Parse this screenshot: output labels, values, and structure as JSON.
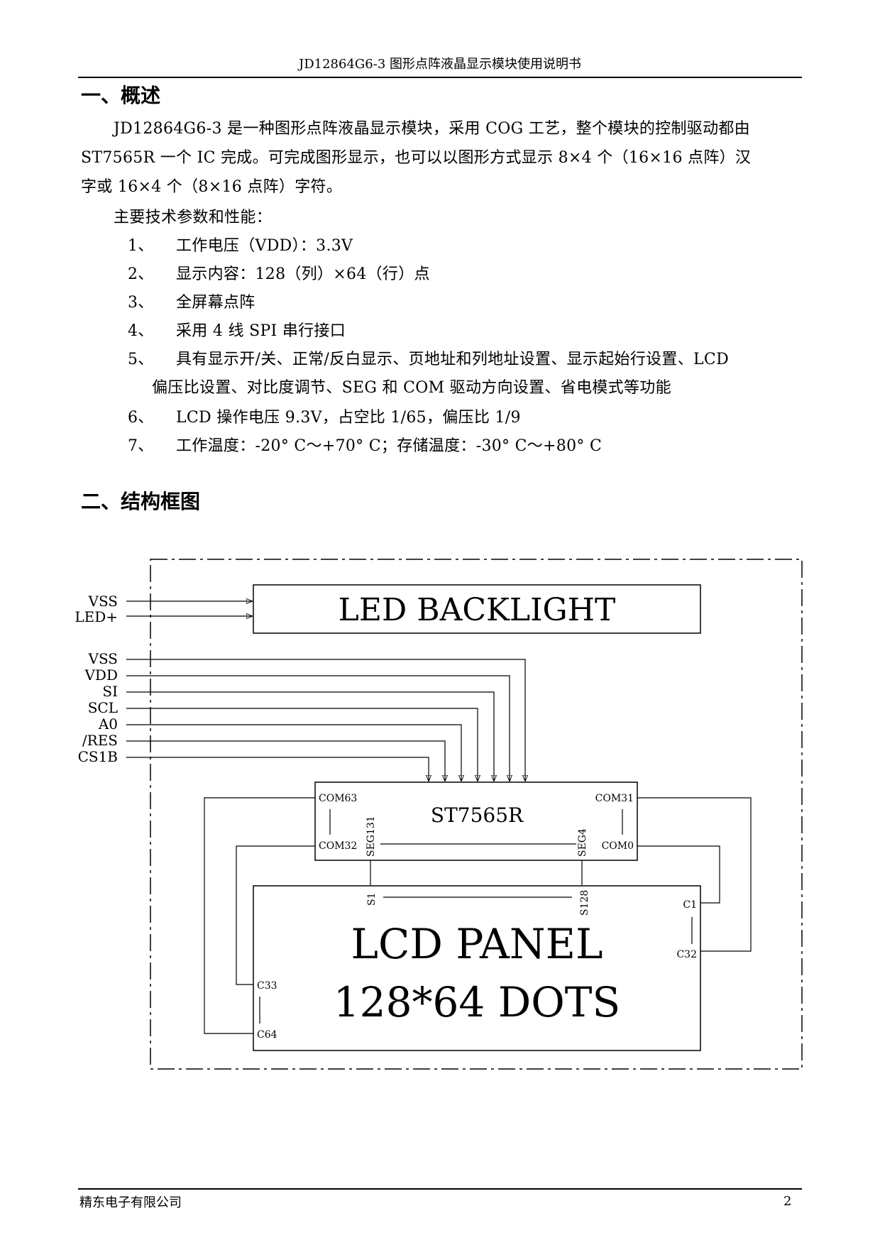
{
  "header": {
    "title": "JD12864G6-3 图形点阵液晶显示模块使用说明书"
  },
  "section1": {
    "title": "一、概述",
    "intro_lines": [
      "JD12864G6-3 是一种图形点阵液晶显示模块，采用 COG 工艺，整个模块的控制驱动都由",
      "ST7565R 一个 IC 完成。可完成图形显示，也可以以图形方式显示 8×4 个（16×16 点阵）汉",
      "字或 16×4 个（8×16 点阵）字符。"
    ],
    "params_title": "主要技术参数和性能：",
    "items": [
      {
        "num": "1、",
        "text": "工作电压（VDD）：3.3V"
      },
      {
        "num": "2、",
        "text": "显示内容：128（列）×64（行）点"
      },
      {
        "num": "3、",
        "text": "全屏幕点阵"
      },
      {
        "num": "4、",
        "text": "采用 4 线 SPI 串行接口"
      },
      {
        "num": "5、",
        "text": "具有显示开/关、正常/反白显示、页地址和列地址设置、显示起始行设置、LCD",
        "cont": "偏压比设置、对比度调节、SEG 和 COM 驱动方向设置、省电模式等功能"
      },
      {
        "num": "6、",
        "text": "LCD 操作电压 9.3V，占空比 1/65，偏压比 1/9"
      },
      {
        "num": "7、",
        "text": "工作温度：-20° C～+70° C；存储温度：-30° C～+80° C"
      }
    ]
  },
  "section2": {
    "title": "二、结构框图"
  },
  "diagram": {
    "backlight_pins": [
      "VSS",
      "LED+"
    ],
    "backlight_label": "LED BACKLIGHT",
    "signal_pins": [
      "VSS",
      "VDD",
      "SI",
      "SCL",
      "A0",
      "/RES",
      "CS1B"
    ],
    "controller": {
      "name": "ST7565R",
      "com63": "COM63",
      "com32": "COM32",
      "com31": "COM31",
      "com0": "COM0",
      "seg131": "SEG131",
      "seg4": "SEG4"
    },
    "panel": {
      "line1": "LCD PANEL",
      "line2": "128*64 DOTS",
      "s1": "S1",
      "s128": "S128",
      "c1": "C1",
      "c32": "C32",
      "c33": "C33",
      "c64": "C64"
    }
  },
  "footer": {
    "company": "精东电子有限公司",
    "page_number": "2"
  }
}
